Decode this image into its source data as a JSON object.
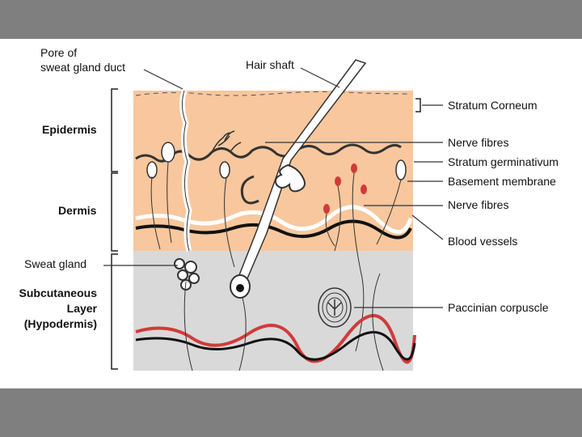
{
  "diagram": {
    "labels_left": {
      "pore_line1": "Pore of",
      "pore_line2": "sweat gland duct",
      "epidermis": "Epidermis",
      "dermis": "Dermis",
      "sweat_gland": "Sweat gland",
      "subcut_line1": "Subcutaneous",
      "subcut_line2": "Layer",
      "subcut_line3": "(Hypodermis)"
    },
    "labels_top": {
      "hair_shaft": "Hair shaft"
    },
    "labels_right": {
      "stratum_corneum": "Stratum Corneum",
      "nerve_fibres_1": "Nerve fibres",
      "stratum_germinativum": "Stratum germinativum",
      "basement_membrane": "Basement membrane",
      "nerve_fibres_2": "Nerve fibres",
      "blood_vessels": "Blood vessels",
      "paccinian_corpuscle": "Paccinian corpuscle"
    },
    "colors": {
      "background": "#7f7f7f",
      "slide": "#ffffff",
      "epidermis": "#f8c79d",
      "hypodermis": "#d9d9d9",
      "blood_vessel": "#d23a3a",
      "ink": "#111111"
    }
  }
}
